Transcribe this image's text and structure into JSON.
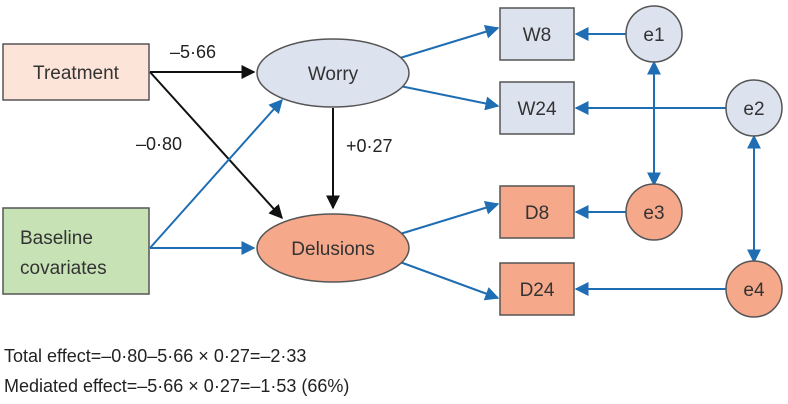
{
  "nodes": {
    "treatment": "Treatment",
    "baseline_line1": "Baseline",
    "baseline_line2": "covariates",
    "worry": "Worry",
    "delusions": "Delusions",
    "w8": "W8",
    "w24": "W24",
    "d8": "D8",
    "d24": "D24",
    "e1": "e1",
    "e2": "e2",
    "e3": "e3",
    "e4": "e4"
  },
  "coefficients": {
    "treatment_worry": "–5·66",
    "treatment_delusions": "–0·80",
    "worry_delusions": "+0·27"
  },
  "footer": {
    "total_effect": "Total effect=–0·80–5·66 × 0·27=–2·33",
    "mediated_effect": "Mediated effect=–5·66 × 0·27=–1·53 (66%)"
  },
  "colors": {
    "treatment_fill": "#fde4d8",
    "baseline_fill": "#c7e3b5",
    "worry_fill": "#dde2ef",
    "delusions_fill": "#f5a88a",
    "blue_arrow": "#1f6db3",
    "black_arrow": "#111111"
  }
}
